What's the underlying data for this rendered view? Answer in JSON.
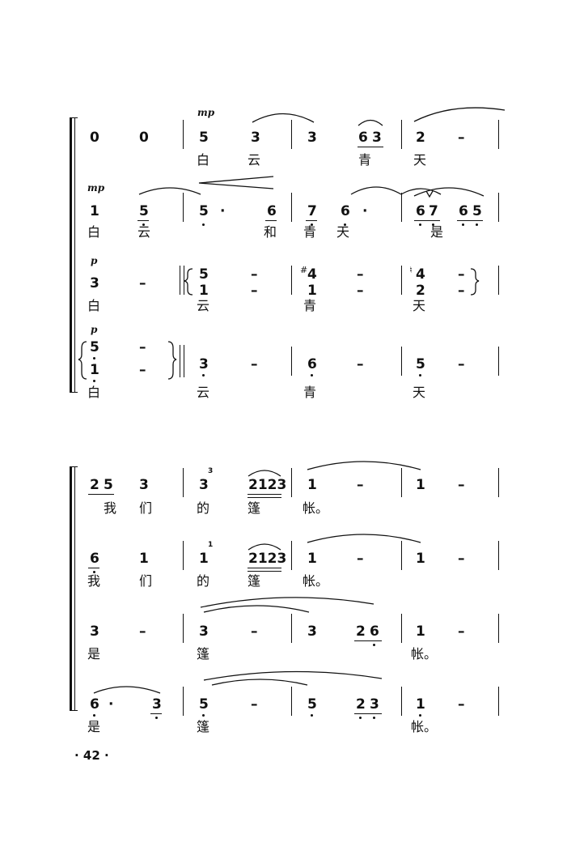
{
  "page": {
    "number_label": "· 42 ·"
  },
  "systems": [
    {
      "staves": [
        {
          "notes": [
            "0",
            "0",
            "5",
            "3",
            "3",
            "6",
            "3",
            "2",
            "–"
          ],
          "lyrics": [
            "白",
            "云",
            "青",
            "天"
          ],
          "dynamic": "mp"
        },
        {
          "notes": [
            "1",
            "5",
            "5",
            "·",
            "6",
            "7",
            "6",
            "·",
            "6",
            "7",
            "6",
            "5"
          ],
          "lyrics": [
            "白",
            "云",
            "和",
            "青",
            "天",
            "是"
          ],
          "dynamic": "mp"
        },
        {
          "notes": [
            "3",
            "–",
            "5",
            "–",
            "4",
            "–",
            "4",
            "–"
          ],
          "lower_notes": [
            "1",
            "–",
            "1",
            "–",
            "2",
            "–"
          ],
          "accidentals": [
            "#",
            "♮"
          ],
          "lyrics": [
            "白",
            "云",
            "青",
            "天"
          ],
          "dynamic": "p"
        },
        {
          "notes": [
            "5",
            "–",
            "3",
            "–",
            "6",
            "–",
            "5",
            "–"
          ],
          "lower_notes": [
            "1",
            "–"
          ],
          "lyrics": [
            "白",
            "云",
            "青",
            "天"
          ],
          "dynamic": "p"
        }
      ]
    },
    {
      "staves": [
        {
          "notes": [
            "2",
            "5",
            "3",
            "3",
            "2123",
            "1",
            "–",
            "1",
            "–"
          ],
          "grace": "3",
          "lyrics": [
            "我",
            "们",
            "的",
            "篷",
            "帐。"
          ]
        },
        {
          "notes": [
            "6",
            "1",
            "1",
            "2123",
            "1",
            "–",
            "1",
            "–"
          ],
          "grace": "1",
          "lyrics": [
            "我",
            "们",
            "的",
            "篷",
            "帐。"
          ]
        },
        {
          "notes": [
            "3",
            "–",
            "3",
            "–",
            "3",
            "2",
            "6",
            "1",
            "–"
          ],
          "lyrics": [
            "是",
            "篷",
            "帐。"
          ]
        },
        {
          "notes": [
            "6",
            "·",
            "3",
            "5",
            "–",
            "5",
            "2",
            "3",
            "1",
            "–"
          ],
          "lyrics": [
            "是",
            "篷",
            "帐。"
          ]
        }
      ]
    }
  ]
}
